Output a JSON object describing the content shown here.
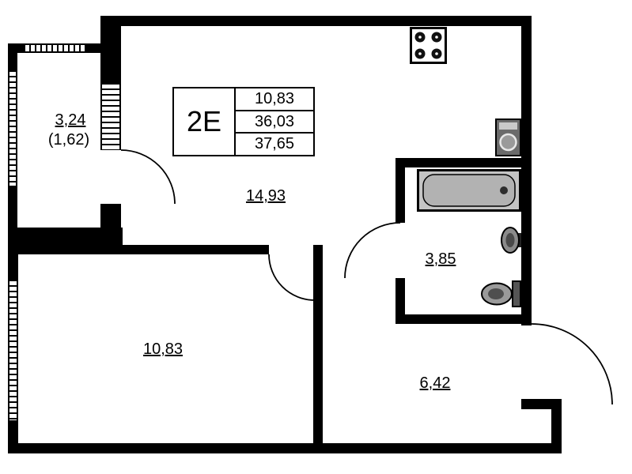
{
  "unit": {
    "type_label": "2Е",
    "areas": [
      "10,83",
      "36,03",
      "37,65"
    ]
  },
  "rooms": {
    "balcony": {
      "area": "3,24",
      "area_reduced": "(1,62)"
    },
    "kitchen_living": {
      "area": "14,93"
    },
    "bathroom": {
      "area": "3,85"
    },
    "bedroom": {
      "area": "10,83"
    },
    "hallway": {
      "area": "6,42"
    }
  },
  "colors": {
    "wall": "#000000",
    "background": "#ffffff",
    "fixture_gray": "#c4c4c4"
  },
  "icons": [
    "stove-icon",
    "kitchen-sink-icon",
    "bathtub-icon",
    "washbasin-icon",
    "toilet-icon",
    "balcony-door-arc",
    "bedroom-door-arc",
    "bathroom-door-arc",
    "entrance-door-arc"
  ]
}
